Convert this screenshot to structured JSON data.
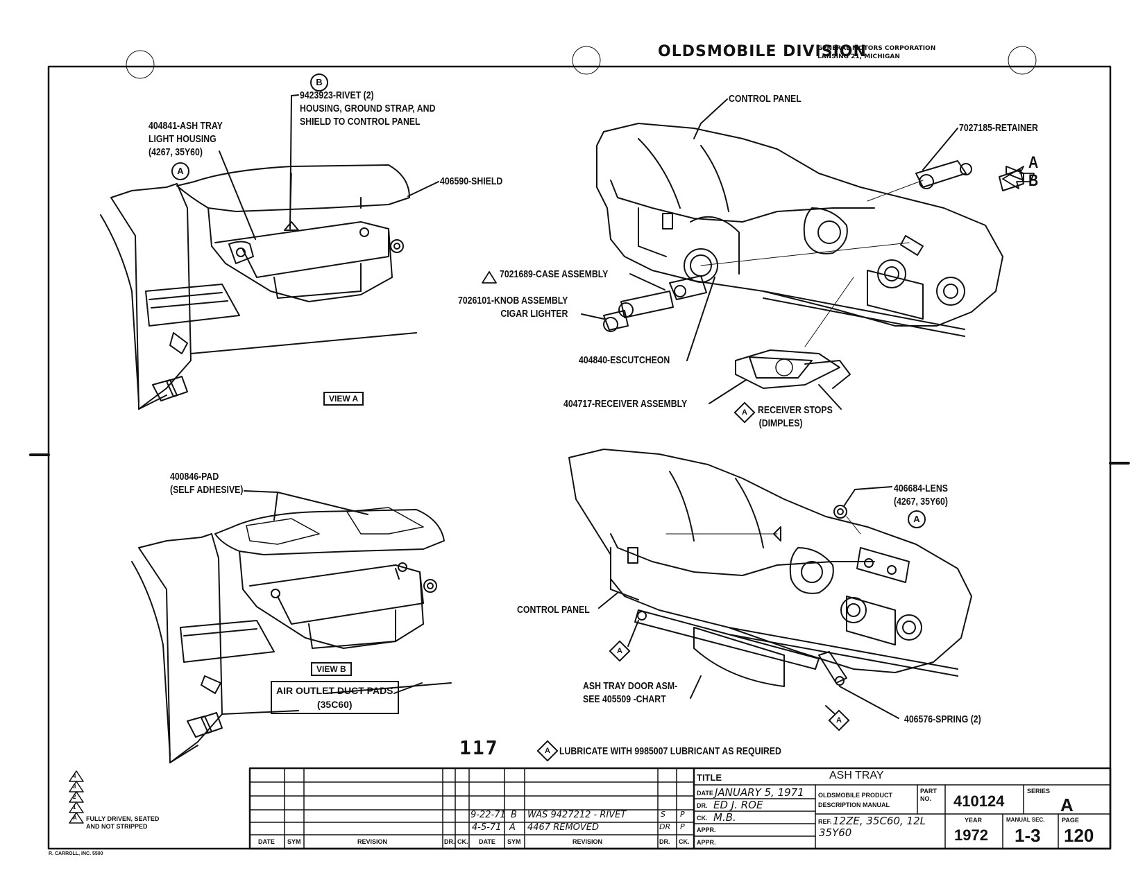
{
  "header": {
    "division": "OLDSMOBILE DIVISION",
    "corporation": "GENERAL MOTORS CORPORATION",
    "location": "LANSING 21, MICHIGAN"
  },
  "callouts": {
    "view_a": {
      "ash_tray_housing": [
        "404841-ASH TRAY",
        "LIGHT HOUSING",
        "(4267, 35Y60)"
      ],
      "rivet": [
        "9423923-RIVET (2)",
        "HOUSING, GROUND STRAP, AND",
        "SHIELD TO CONTROL PANEL"
      ],
      "shield": "406590-SHIELD",
      "view_label": "VIEW A",
      "marker_a": "A",
      "marker_b": "B"
    },
    "exploded": {
      "control_panel": "CONTROL PANEL",
      "retainer": "7027185-RETAINER",
      "arrow_a": "A",
      "arrow_b": "B",
      "case_assembly": "7021689-CASE ASSEMBLY",
      "knob_assembly": [
        "7026101-KNOB ASSEMBLY",
        "CIGAR LIGHTER"
      ],
      "escutcheon": "404840-ESCUTCHEON",
      "receiver_assembly": "404717-RECEIVER ASSEMBLY",
      "receiver_stops": [
        "RECEIVER STOPS",
        "(DIMPLES)"
      ],
      "delta_marker": "A"
    },
    "view_b": {
      "pad": [
        "400846-PAD",
        "(SELF ADHESIVE)"
      ],
      "view_label": "VIEW B",
      "air_outlet": [
        "AIR OUTLET DUCT PADS",
        "(35C60)"
      ]
    },
    "lower_right": {
      "lens": [
        "406684-LENS",
        "(4267, 35Y60)"
      ],
      "control_panel": "CONTROL PANEL",
      "ash_tray_door": [
        "ASH TRAY DOOR ASM-",
        "SEE 405509 -CHART"
      ],
      "spring": "406576-SPRING (2)",
      "marker_a": "A"
    }
  },
  "page_number": "117",
  "lubricate_note": "LUBRICATE WITH 9985007 LUBRICANT AS REQUIRED",
  "legend": {
    "triangles": [
      "4",
      "3",
      "2",
      "1",
      "A"
    ],
    "note": [
      "FULLY DRIVEN, SEATED",
      "AND NOT STRIPPED"
    ]
  },
  "printer_mark": "R. CARROLL, INC. 5500",
  "title_block": {
    "revision_headers": [
      "DATE",
      "SYM",
      "REVISION",
      "DR.",
      "CK.",
      "DATE",
      "SYM",
      "REVISION",
      "DR.",
      "CK."
    ],
    "revisions": [
      {
        "date": "9-22-71",
        "sym": "B",
        "revision": "WAS 9427212 - RIVET",
        "dr": "S",
        "ck": "P"
      },
      {
        "date": "4-5-71",
        "sym": "A",
        "revision": "4467 REMOVED",
        "dr": "DR",
        "ck": "P"
      }
    ],
    "title_label": "TITLE",
    "title": "ASH TRAY",
    "date_label": "DATE",
    "date": "JANUARY 5, 1971",
    "dr_label": "DR.",
    "drafter": "ED J. ROE",
    "ck_label": "CK.",
    "checker": "M.B.",
    "appr_label": "APPR.",
    "product_label": [
      "OLDSMOBILE PRODUCT",
      "DESCRIPTION MANUAL"
    ],
    "part_label": [
      "PART",
      "NO."
    ],
    "part_no": "410124",
    "series_label": "SERIES",
    "series": "A",
    "ref_label": "REF.",
    "ref": [
      "12ZE, 35C60, 12L",
      "35Y60"
    ],
    "year_label": "YEAR",
    "year": "1972",
    "manual_sec_label": "MANUAL SEC.",
    "manual_sec": "1-3",
    "page_label": "PAGE",
    "page": "120"
  }
}
